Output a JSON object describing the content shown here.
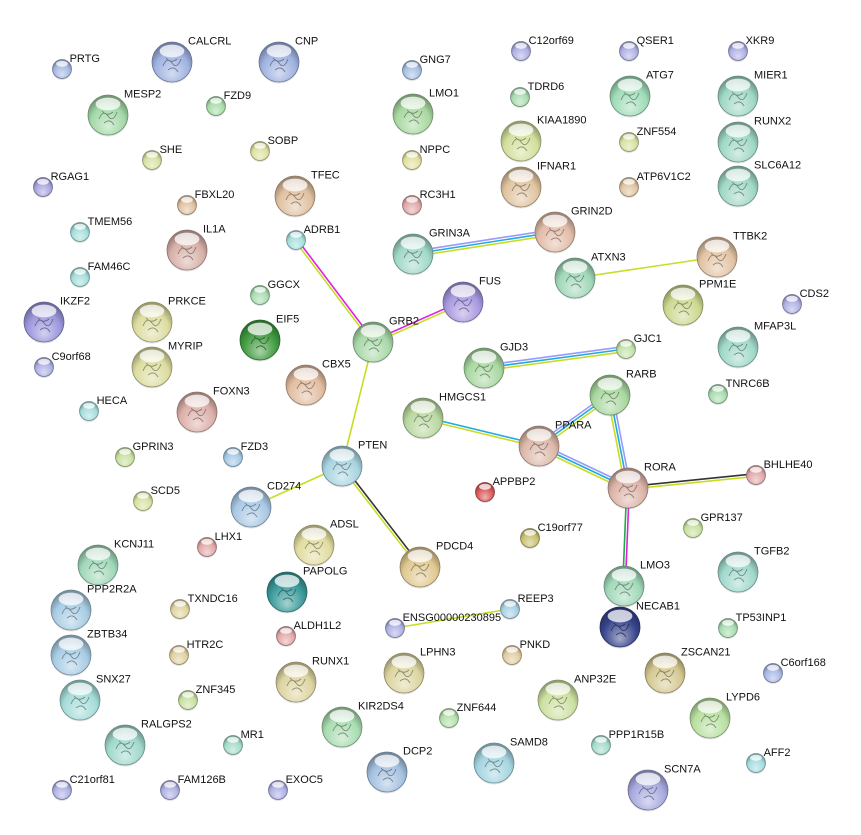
{
  "network": {
    "nodes": [
      {
        "label": "PRTG",
        "color": "#a7b8e2"
      },
      {
        "label": "CALCRL",
        "color": "#9fb2e0"
      },
      {
        "label": "CNP",
        "color": "#9fb2e0"
      },
      {
        "label": "GNG7",
        "color": "#a7c0e2"
      },
      {
        "label": "C12orf69",
        "color": "#aeb0e4"
      },
      {
        "label": "QSER1",
        "color": "#aeb0e4"
      },
      {
        "label": "XKR9",
        "color": "#aeb0e4"
      },
      {
        "label": "MESP2",
        "color": "#a3d9a8"
      },
      {
        "label": "FZD9",
        "color": "#a8dca8"
      },
      {
        "label": "LMO1",
        "color": "#a8d8a0"
      },
      {
        "label": "TDRD6",
        "color": "#a8dcb0"
      },
      {
        "label": "ATG7",
        "color": "#9fdcb8"
      },
      {
        "label": "MIER1",
        "color": "#9fd8c4"
      },
      {
        "label": "RUNX2",
        "color": "#9fd8c4"
      },
      {
        "label": "KIAA1890",
        "color": "#d2df9c"
      },
      {
        "label": "SHE",
        "color": "#d8e0a0"
      },
      {
        "label": "SOBP",
        "color": "#dde0a0"
      },
      {
        "label": "NPPC",
        "color": "#e2e0a0"
      },
      {
        "label": "ZNF554",
        "color": "#d6e0a0"
      },
      {
        "label": "RGAG1",
        "color": "#a8a4e0"
      },
      {
        "label": "FBXL20",
        "color": "#e0c0a0"
      },
      {
        "label": "TFEC",
        "color": "#e0c0a0"
      },
      {
        "label": "RC3H1",
        "color": "#e0a8a8"
      },
      {
        "label": "IFNAR1",
        "color": "#e0c4a0"
      },
      {
        "label": "ATP6V1C2",
        "color": "#e0c4a0"
      },
      {
        "label": "SLC6A12",
        "color": "#9fd8c4"
      },
      {
        "label": "TMEM56",
        "color": "#a4dedc"
      },
      {
        "label": "IL1A",
        "color": "#d8b0a8"
      },
      {
        "label": "ADRB1",
        "color": "#a4dedc"
      },
      {
        "label": "GRIN3A",
        "color": "#a0d8c8"
      },
      {
        "label": "GRIN2D",
        "color": "#e2bca8"
      },
      {
        "label": "TTBK2",
        "color": "#e2c4a4"
      },
      {
        "label": "FAM46C",
        "color": "#a4dedc"
      },
      {
        "label": "GGCX",
        "color": "#a8dcb0"
      },
      {
        "label": "ATXN3",
        "color": "#a0d8b8"
      },
      {
        "label": "FUS",
        "color": "#a898e0"
      },
      {
        "label": "PPM1E",
        "color": "#ccd890"
      },
      {
        "label": "CDS2",
        "color": "#aeb0e4"
      },
      {
        "label": "IKZF2",
        "color": "#9a96dc"
      },
      {
        "label": "PRKCE",
        "color": "#dcdca0"
      },
      {
        "label": "EIF5",
        "color": "#3f9a3f"
      },
      {
        "label": "GRB2",
        "color": "#a8d8a8"
      },
      {
        "label": "MFAP3L",
        "color": "#9fd8c8"
      },
      {
        "label": "C9orf68",
        "color": "#aeb0e4"
      },
      {
        "label": "MYRIP",
        "color": "#dcdca0"
      },
      {
        "label": "CBX5",
        "color": "#e2bca0"
      },
      {
        "label": "GJD3",
        "color": "#a8d8a0"
      },
      {
        "label": "GJC1",
        "color": "#c0e2a8"
      },
      {
        "label": "RARB",
        "color": "#a8d8a0"
      },
      {
        "label": "TNRC6B",
        "color": "#a8dcb0"
      },
      {
        "label": "HECA",
        "color": "#a4dedc"
      },
      {
        "label": "FOXN3",
        "color": "#dcb0a8"
      },
      {
        "label": "HMGCS1",
        "color": "#b8d8a0"
      },
      {
        "label": "PPARA",
        "color": "#dcb8a8"
      },
      {
        "label": "GPRIN3",
        "color": "#c8e0a0"
      },
      {
        "label": "FZD3",
        "color": "#a4c8e4"
      },
      {
        "label": "PTEN",
        "color": "#a8d4e0"
      },
      {
        "label": "RORA",
        "color": "#dcb4a8"
      },
      {
        "label": "BHLHE40",
        "color": "#e2a8a8"
      },
      {
        "label": "APPBP2",
        "color": "#d85858"
      },
      {
        "label": "SCD5",
        "color": "#d8e0a0"
      },
      {
        "label": "CD274",
        "color": "#a8c8e4"
      },
      {
        "label": "C19orf77",
        "color": "#c8c070"
      },
      {
        "label": "GPR137",
        "color": "#c8e0a0"
      },
      {
        "label": "LHX1",
        "color": "#e2a8a8"
      },
      {
        "label": "ADSL",
        "color": "#e0dca0"
      },
      {
        "label": "PDCD4",
        "color": "#e0c890"
      },
      {
        "label": "KCNJ11",
        "color": "#a0d8b8"
      },
      {
        "label": "TGFB2",
        "color": "#a0d8cc"
      },
      {
        "label": "LMO3",
        "color": "#a0d8b8"
      },
      {
        "label": "PAPOLG",
        "color": "#3a9a9a"
      },
      {
        "label": "PPP2R2A",
        "color": "#a8cce4"
      },
      {
        "label": "TXNDC16",
        "color": "#e0d4a0"
      },
      {
        "label": "REEP3",
        "color": "#a8d0e4"
      },
      {
        "label": "ENSG00000230895",
        "color": "#aeb0e4"
      },
      {
        "label": "NECAB1",
        "color": "#38448c"
      },
      {
        "label": "TP53INP1",
        "color": "#a8dcb0"
      },
      {
        "label": "ALDH1L2",
        "color": "#e2a8a8"
      },
      {
        "label": "ZBTB34",
        "color": "#a8cce4"
      },
      {
        "label": "HTR2C",
        "color": "#e0d0a0"
      },
      {
        "label": "PNKD",
        "color": "#e0cca0"
      },
      {
        "label": "LPHN3",
        "color": "#dcd4a0"
      },
      {
        "label": "ZSCAN21",
        "color": "#d4c890"
      },
      {
        "label": "C6orf168",
        "color": "#a8b8e4"
      },
      {
        "label": "RUNX1",
        "color": "#dcd4a0"
      },
      {
        "label": "SNX27",
        "color": "#a4dcd8"
      },
      {
        "label": "ZNF345",
        "color": "#c8e0a0"
      },
      {
        "label": "ANP32E",
        "color": "#cce0a0"
      },
      {
        "label": "LYPD6",
        "color": "#b8e0a0"
      },
      {
        "label": "ZNF644",
        "color": "#b4e0a8"
      },
      {
        "label": "KIR2DS4",
        "color": "#a8dcb0"
      },
      {
        "label": "RALGPS2",
        "color": "#a0d8cc"
      },
      {
        "label": "MR1",
        "color": "#a4dcc8"
      },
      {
        "label": "PPP1R15B",
        "color": "#a4dccc"
      },
      {
        "label": "SAMD8",
        "color": "#a4d4e0"
      },
      {
        "label": "DCP2",
        "color": "#a4c0e0"
      },
      {
        "label": "AFF2",
        "color": "#a4dce0"
      },
      {
        "label": "C21orf81",
        "color": "#aeb0e4"
      },
      {
        "label": "FAM126B",
        "color": "#aeb0e4"
      },
      {
        "label": "EXOC5",
        "color": "#aeb0e4"
      },
      {
        "label": "SCN7A",
        "color": "#a8aae0"
      }
    ],
    "edges": [
      {
        "a": "ADRB1",
        "b": "GRB2",
        "evidence": [
          "#dd22dd",
          "#c8dd22"
        ]
      },
      {
        "a": "GRB2",
        "b": "FUS",
        "evidence": [
          "#dd22dd",
          "#c8dd22"
        ]
      },
      {
        "a": "GRB2",
        "b": "PTEN",
        "evidence": [
          "#c8dd22"
        ]
      },
      {
        "a": "GRIN3A",
        "b": "GRIN2D",
        "evidence": [
          "#9999ff",
          "#22aadd",
          "#c8dd22"
        ]
      },
      {
        "a": "ATXN3",
        "b": "TTBK2",
        "evidence": [
          "#c8dd22"
        ]
      },
      {
        "a": "GJD3",
        "b": "GJC1",
        "evidence": [
          "#9999ff",
          "#22aadd",
          "#c8dd22"
        ]
      },
      {
        "a": "HMGCS1",
        "b": "PPARA",
        "evidence": [
          "#22aadd",
          "#c8dd22"
        ]
      },
      {
        "a": "PPARA",
        "b": "RARB",
        "evidence": [
          "#9999ff",
          "#22aadd",
          "#c8dd22"
        ]
      },
      {
        "a": "PPARA",
        "b": "RORA",
        "evidence": [
          "#9999ff",
          "#22aadd",
          "#c8dd22"
        ]
      },
      {
        "a": "RARB",
        "b": "RORA",
        "evidence": [
          "#9999ff",
          "#22aadd",
          "#c8dd22"
        ]
      },
      {
        "a": "RORA",
        "b": "BHLHE40",
        "evidence": [
          "#333333",
          "#c8dd22"
        ]
      },
      {
        "a": "RORA",
        "b": "LMO3",
        "evidence": [
          "#dd22dd",
          "#22aa44"
        ]
      },
      {
        "a": "PTEN",
        "b": "CD274",
        "evidence": [
          "#c8dd22"
        ]
      },
      {
        "a": "PTEN",
        "b": "PDCD4",
        "evidence": [
          "#333333",
          "#c8dd22"
        ]
      },
      {
        "a": "ENSG00000230895",
        "b": "REEP3",
        "evidence": [
          "#c8dd22"
        ]
      }
    ]
  }
}
